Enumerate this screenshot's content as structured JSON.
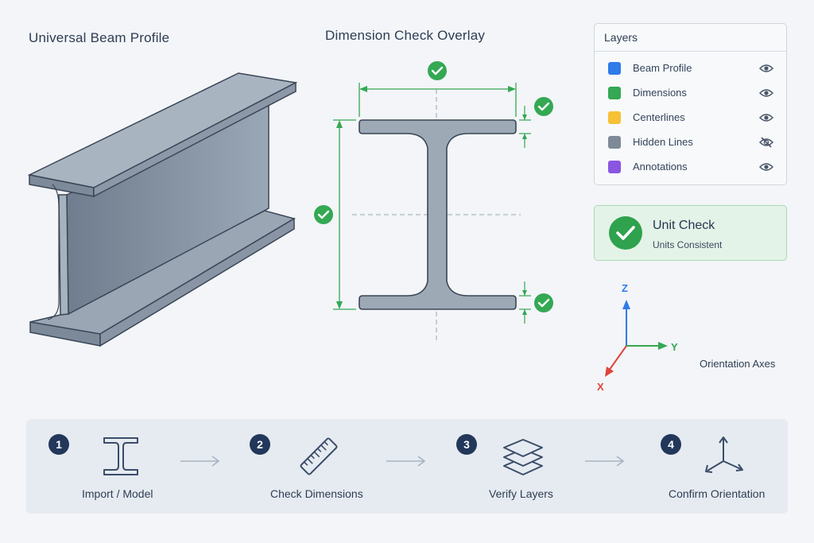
{
  "beam_view": {
    "title": "Universal Beam Profile"
  },
  "overlay": {
    "title": "Dimension Check Overlay"
  },
  "layers": {
    "title": "Layers",
    "items": [
      {
        "label": "Beam Profile",
        "color": "#2f7be8",
        "visible": true,
        "icon": "eye-icon"
      },
      {
        "label": "Dimensions",
        "color": "#34a853",
        "visible": true,
        "icon": "eye-icon"
      },
      {
        "label": "Centerlines",
        "color": "#f6c136",
        "visible": true,
        "icon": "eye-icon"
      },
      {
        "label": "Hidden Lines",
        "color": "#7f8a97",
        "visible": false,
        "icon": "eye-off-icon"
      },
      {
        "label": "Annotations",
        "color": "#8a55e0",
        "visible": true,
        "icon": "eye-icon"
      }
    ]
  },
  "unit_check": {
    "title": "Unit Check",
    "status": "Units Consistent",
    "icon": "check-circle-icon"
  },
  "orientation": {
    "z": "Z",
    "y": "Y",
    "x": "X",
    "caption": "Orientation Axes"
  },
  "workflow": {
    "steps": [
      {
        "number": "1",
        "label": "Import / Model",
        "icon": "i-beam-icon"
      },
      {
        "number": "2",
        "label": "Check Dimensions",
        "icon": "ruler-icon"
      },
      {
        "number": "3",
        "label": "Verify Layers",
        "icon": "layers-icon"
      },
      {
        "number": "4",
        "label": "Confirm Orientation",
        "icon": "axes-icon"
      }
    ]
  },
  "colors": {
    "accent_green": "#34a853",
    "steel": "#8f9cab",
    "steel_dark": "#3a4656",
    "step_badge": "#22375a"
  }
}
